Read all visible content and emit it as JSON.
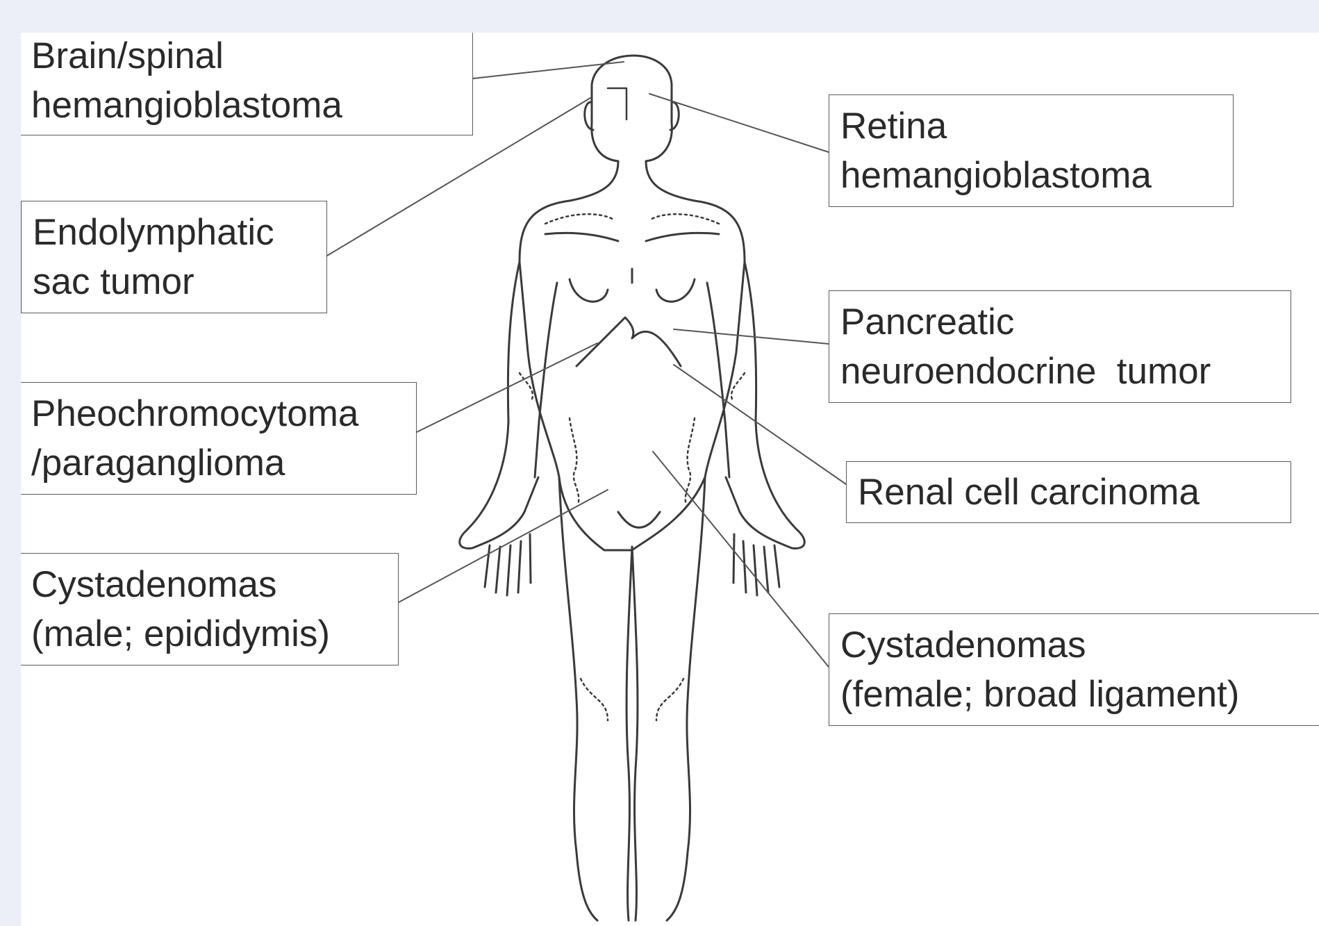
{
  "labels": {
    "brain": [
      "Brain/spinal",
      "hemangioblastoma"
    ],
    "endolymphatic": [
      "Endolymphatic",
      "sac tumor"
    ],
    "pheo": [
      "Pheochromocytoma",
      "/paraganglioma"
    ],
    "cyst_male": [
      "Cystadenomas",
      "(male; epididymis)"
    ],
    "retina": [
      "Retina",
      "hemangioblastoma"
    ],
    "pancreatic": [
      "Pancreatic",
      "neuroendocrine  tumor"
    ],
    "renal": [
      "Renal cell carcinoma"
    ],
    "cyst_female": [
      "Cystadenomas",
      "(female; broad ligament)"
    ]
  },
  "colors": {
    "background": "#eceef8",
    "panel": "#ffffff",
    "outline": "#3a3a3a",
    "leader": "#555555",
    "text": "#2a2a2a"
  }
}
